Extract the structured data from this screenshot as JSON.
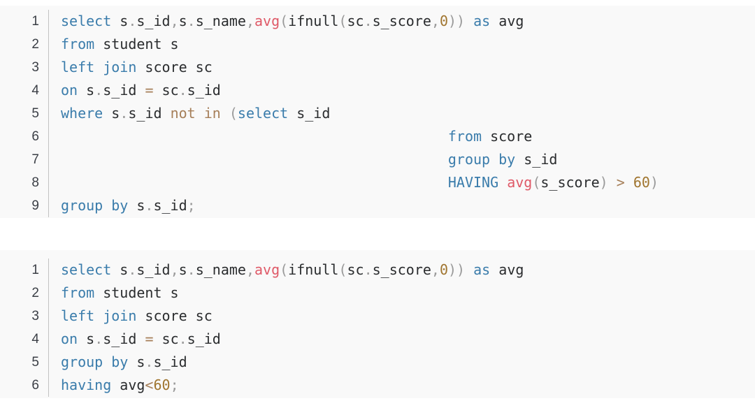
{
  "page": {
    "background": "#ffffff"
  },
  "code_theme": {
    "block_background": "#f9f9f9",
    "plain_text": "#2a2c2e",
    "keyword": "#3a7cab",
    "function": "#df5a68",
    "operator": "#a67f59",
    "number": "#a0752f",
    "punctuation": "#9a9a9a",
    "line_number": "#3b3f46",
    "separator": "#c2c2c2"
  },
  "blocks": [
    {
      "id": "sql-query-with-subquery",
      "lines": [
        {
          "number": "1",
          "tokens": [
            {
              "c": "k",
              "t": "select"
            },
            {
              "c": "t",
              "t": " s"
            },
            {
              "c": "p",
              "t": "."
            },
            {
              "c": "t",
              "t": "s_id"
            },
            {
              "c": "p",
              "t": ","
            },
            {
              "c": "t",
              "t": "s"
            },
            {
              "c": "p",
              "t": "."
            },
            {
              "c": "t",
              "t": "s_name"
            },
            {
              "c": "p",
              "t": ","
            },
            {
              "c": "f",
              "t": "avg"
            },
            {
              "c": "p",
              "t": "("
            },
            {
              "c": "t",
              "t": "ifnull"
            },
            {
              "c": "p",
              "t": "("
            },
            {
              "c": "t",
              "t": "sc"
            },
            {
              "c": "p",
              "t": "."
            },
            {
              "c": "t",
              "t": "s_score"
            },
            {
              "c": "p",
              "t": ","
            },
            {
              "c": "n",
              "t": "0"
            },
            {
              "c": "p",
              "t": "))"
            },
            {
              "c": "t",
              "t": " "
            },
            {
              "c": "k",
              "t": "as"
            },
            {
              "c": "t",
              "t": " avg"
            }
          ]
        },
        {
          "number": "2",
          "tokens": [
            {
              "c": "k",
              "t": "from"
            },
            {
              "c": "t",
              "t": " student s"
            }
          ]
        },
        {
          "number": "3",
          "tokens": [
            {
              "c": "k",
              "t": "left join"
            },
            {
              "c": "t",
              "t": " score sc"
            }
          ]
        },
        {
          "number": "4",
          "tokens": [
            {
              "c": "k",
              "t": "on"
            },
            {
              "c": "t",
              "t": " s"
            },
            {
              "c": "p",
              "t": "."
            },
            {
              "c": "t",
              "t": "s_id "
            },
            {
              "c": "o",
              "t": "="
            },
            {
              "c": "t",
              "t": " sc"
            },
            {
              "c": "p",
              "t": "."
            },
            {
              "c": "t",
              "t": "s_id"
            }
          ]
        },
        {
          "number": "5",
          "tokens": [
            {
              "c": "k",
              "t": "where"
            },
            {
              "c": "t",
              "t": " s"
            },
            {
              "c": "p",
              "t": "."
            },
            {
              "c": "t",
              "t": "s_id "
            },
            {
              "c": "o",
              "t": "not in"
            },
            {
              "c": "t",
              "t": " "
            },
            {
              "c": "p",
              "t": "("
            },
            {
              "c": "k",
              "t": "select"
            },
            {
              "c": "t",
              "t": " s_id"
            }
          ]
        },
        {
          "number": "6",
          "tokens": [
            {
              "c": "t",
              "t": "                                              "
            },
            {
              "c": "k",
              "t": "from"
            },
            {
              "c": "t",
              "t": " score"
            }
          ]
        },
        {
          "number": "7",
          "tokens": [
            {
              "c": "t",
              "t": "                                              "
            },
            {
              "c": "k",
              "t": "group by"
            },
            {
              "c": "t",
              "t": " s_id"
            }
          ]
        },
        {
          "number": "8",
          "tokens": [
            {
              "c": "t",
              "t": "                                              "
            },
            {
              "c": "k",
              "t": "HAVING"
            },
            {
              "c": "t",
              "t": " "
            },
            {
              "c": "f",
              "t": "avg"
            },
            {
              "c": "p",
              "t": "("
            },
            {
              "c": "t",
              "t": "s_score"
            },
            {
              "c": "p",
              "t": ")"
            },
            {
              "c": "t",
              "t": " "
            },
            {
              "c": "o",
              "t": ">"
            },
            {
              "c": "t",
              "t": " "
            },
            {
              "c": "n",
              "t": "60"
            },
            {
              "c": "p",
              "t": ")"
            }
          ]
        },
        {
          "number": "9",
          "tokens": [
            {
              "c": "k",
              "t": "group by"
            },
            {
              "c": "t",
              "t": " s"
            },
            {
              "c": "p",
              "t": "."
            },
            {
              "c": "t",
              "t": "s_id"
            },
            {
              "c": "p",
              "t": ";"
            }
          ]
        }
      ]
    },
    {
      "id": "sql-query-having",
      "lines": [
        {
          "number": "1",
          "tokens": [
            {
              "c": "k",
              "t": "select"
            },
            {
              "c": "t",
              "t": " s"
            },
            {
              "c": "p",
              "t": "."
            },
            {
              "c": "t",
              "t": "s_id"
            },
            {
              "c": "p",
              "t": ","
            },
            {
              "c": "t",
              "t": "s"
            },
            {
              "c": "p",
              "t": "."
            },
            {
              "c": "t",
              "t": "s_name"
            },
            {
              "c": "p",
              "t": ","
            },
            {
              "c": "f",
              "t": "avg"
            },
            {
              "c": "p",
              "t": "("
            },
            {
              "c": "t",
              "t": "ifnull"
            },
            {
              "c": "p",
              "t": "("
            },
            {
              "c": "t",
              "t": "sc"
            },
            {
              "c": "p",
              "t": "."
            },
            {
              "c": "t",
              "t": "s_score"
            },
            {
              "c": "p",
              "t": ","
            },
            {
              "c": "n",
              "t": "0"
            },
            {
              "c": "p",
              "t": "))"
            },
            {
              "c": "t",
              "t": " "
            },
            {
              "c": "k",
              "t": "as"
            },
            {
              "c": "t",
              "t": " avg"
            }
          ]
        },
        {
          "number": "2",
          "tokens": [
            {
              "c": "k",
              "t": "from"
            },
            {
              "c": "t",
              "t": " student s"
            }
          ]
        },
        {
          "number": "3",
          "tokens": [
            {
              "c": "k",
              "t": "left join"
            },
            {
              "c": "t",
              "t": " score sc"
            }
          ]
        },
        {
          "number": "4",
          "tokens": [
            {
              "c": "k",
              "t": "on"
            },
            {
              "c": "t",
              "t": " s"
            },
            {
              "c": "p",
              "t": "."
            },
            {
              "c": "t",
              "t": "s_id "
            },
            {
              "c": "o",
              "t": "="
            },
            {
              "c": "t",
              "t": " sc"
            },
            {
              "c": "p",
              "t": "."
            },
            {
              "c": "t",
              "t": "s_id"
            }
          ]
        },
        {
          "number": "5",
          "tokens": [
            {
              "c": "k",
              "t": "group by"
            },
            {
              "c": "t",
              "t": " s"
            },
            {
              "c": "p",
              "t": "."
            },
            {
              "c": "t",
              "t": "s_id"
            }
          ]
        },
        {
          "number": "6",
          "tokens": [
            {
              "c": "k",
              "t": "having"
            },
            {
              "c": "t",
              "t": " avg"
            },
            {
              "c": "o",
              "t": "<"
            },
            {
              "c": "n",
              "t": "60"
            },
            {
              "c": "p",
              "t": ";"
            }
          ]
        }
      ]
    }
  ]
}
